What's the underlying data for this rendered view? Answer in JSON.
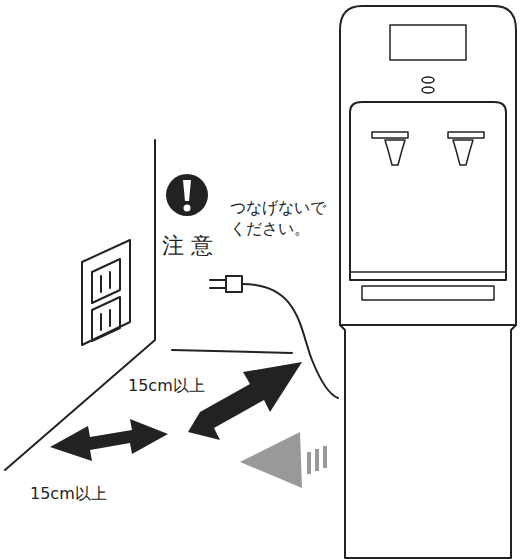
{
  "diagram": {
    "labels": [
      "注 意",
      "つなげないで ください。",
      "15cm以上",
      "15cm以上"
    ]
  }
}
